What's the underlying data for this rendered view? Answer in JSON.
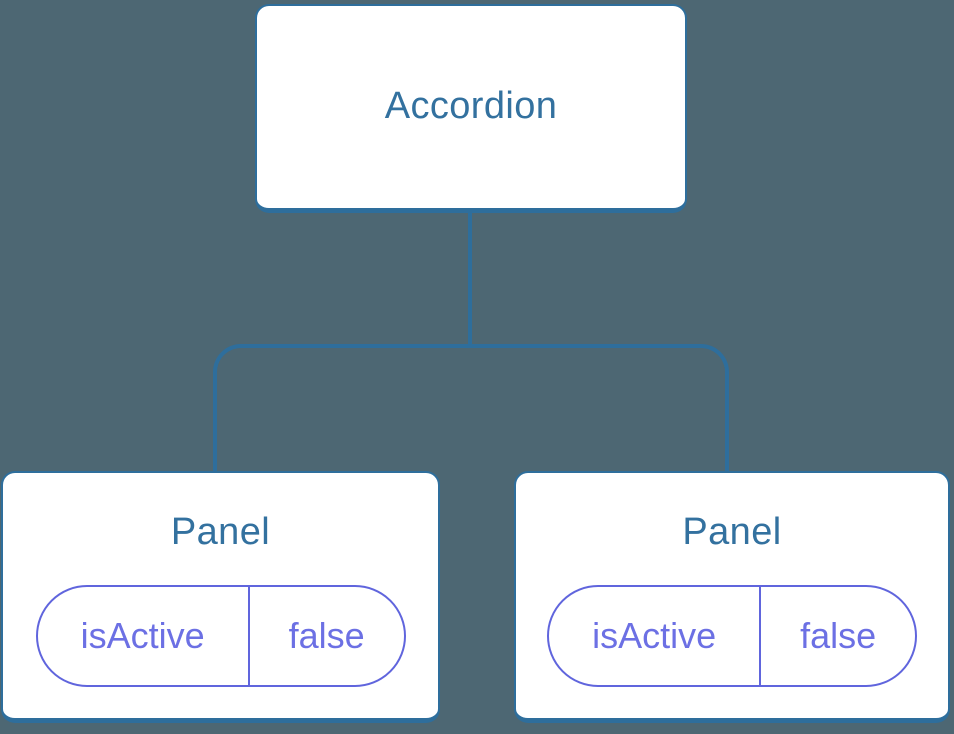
{
  "diagram": {
    "root": {
      "label": "Accordion"
    },
    "panels": [
      {
        "label": "Panel",
        "prop": {
          "name": "isActive",
          "value": "false"
        }
      },
      {
        "label": "Panel",
        "prop": {
          "name": "isActive",
          "value": "false"
        }
      }
    ],
    "colors": {
      "background": "#4D6773",
      "node_fill": "#FFFFFF",
      "node_border": "#2E6E9C",
      "node_text": "#33719F",
      "connector": "#2E6E9C",
      "prop_border": "#6065DD",
      "prop_text": "#6C70E4"
    }
  }
}
